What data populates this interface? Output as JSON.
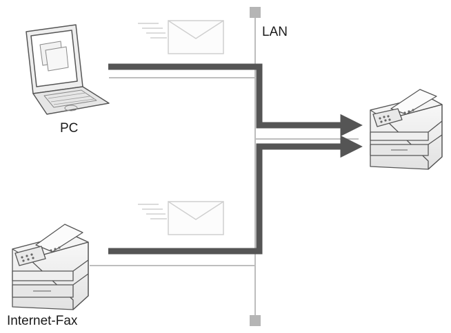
{
  "labels": {
    "lan": "LAN",
    "pc": "PC",
    "internet_fax": "Internet-Fax"
  }
}
